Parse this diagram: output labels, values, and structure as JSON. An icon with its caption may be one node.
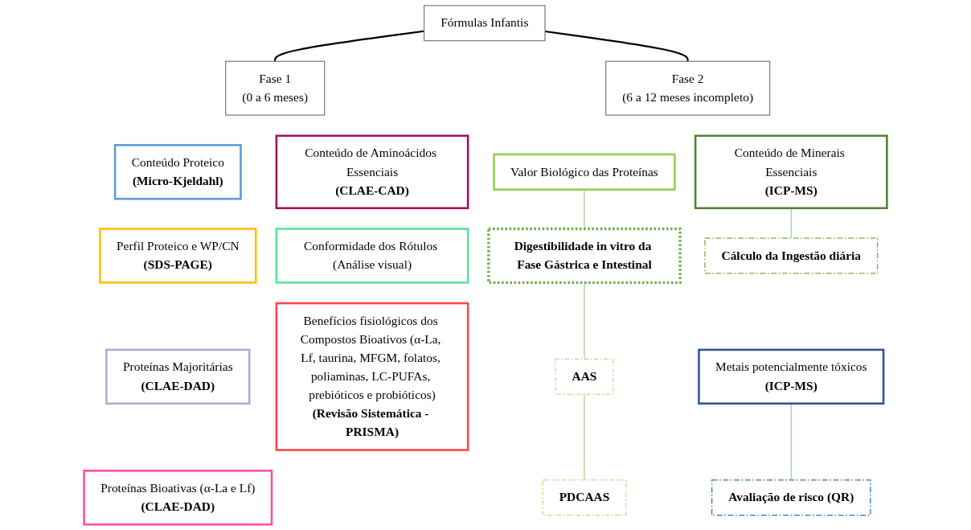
{
  "diagram": {
    "nodes": [
      {
        "text": [
          "Fórmulas Infantis"
        ]
      },
      {
        "text": [
          "Fase 1",
          "(0 a 6 meses)"
        ]
      },
      {
        "text": [
          "Fase 2",
          "(6 a 12 meses incompleto)"
        ]
      },
      {
        "text": [
          "Conteúdo Proteico",
          "(Micro-Kjeldahl)"
        ]
      },
      {
        "text": [
          "Perfil Proteico e WP/CN",
          "(SDS-PAGE)"
        ]
      },
      {
        "text": [
          "Proteínas Majoritárias",
          "(CLAE-DAD)"
        ]
      },
      {
        "text": [
          "Proteínas Bioativas (α-La e Lf)",
          "(CLAE-DAD)"
        ]
      },
      {
        "text": [
          "Conteúdo de Aminoácidos Essenciais",
          "(CLAE-CAD)"
        ]
      },
      {
        "text": [
          "Conformidade dos Rótulos (Análise visual)"
        ]
      },
      {
        "text": [
          "Benefícios fisiológicos dos Compostos Bioativos (α-La, Lf, taurina, MFGM, folatos, poliaminas, LC-PUFAs, prebióticos e probióticos)",
          "(Revisão Sistemática - PRISMA)"
        ]
      },
      {
        "text": [
          "Valor Biológico das Proteínas"
        ]
      },
      {
        "text": [
          "Digestibilidade in vitro da Fase Gástrica e Intestinal"
        ]
      },
      {
        "text": [
          "AAS"
        ]
      },
      {
        "text": [
          "PDCAAS"
        ]
      },
      {
        "text": [
          "Conteúdo de Minerais Essenciais",
          "(ICP-MS)"
        ]
      },
      {
        "text": [
          "Cálculo da Ingestão diária"
        ]
      },
      {
        "text": [
          "Metais potencialmente tóxicos",
          "(ICP-MS)"
        ]
      },
      {
        "text": [
          "Avaliação de risco (QR)"
        ]
      }
    ],
    "edges": [
      {
        "from": 0,
        "to": 1,
        "arrow": "none",
        "color": "#000000"
      },
      {
        "from": 0,
        "to": 2,
        "arrow": "none",
        "color": "#000000"
      },
      {
        "from": 10,
        "to": 11,
        "arrow": "none"
      },
      {
        "from": 11,
        "to": 12,
        "arrow": "none"
      },
      {
        "from": 12,
        "to": 13,
        "arrow": "none"
      },
      {
        "from": 14,
        "to": 15,
        "arrow": "none"
      },
      {
        "from": 16,
        "to": 17,
        "arrow": "none"
      }
    ]
  }
}
